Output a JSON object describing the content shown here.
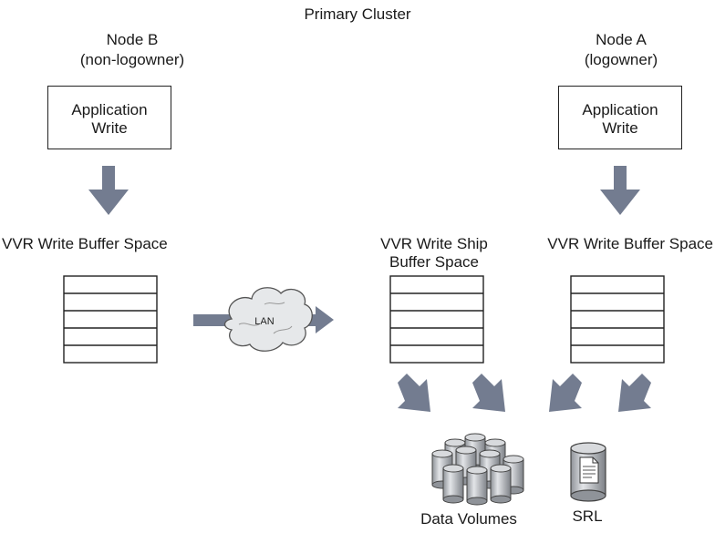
{
  "diagram": {
    "title": "Primary Cluster",
    "node_b": {
      "name": "Node B",
      "role": "(non-logowner)",
      "app_line1": "Application",
      "app_line2": "Write",
      "buffer_label": "VVR Write Buffer Space"
    },
    "node_a": {
      "name": "Node A",
      "role": "(logowner)",
      "app_line1": "Application",
      "app_line2": "Write",
      "buffer_label": "VVR Write Buffer Space"
    },
    "ship_buffer": {
      "line1": "VVR Write Ship",
      "line2": "Buffer Space"
    },
    "network": {
      "label": "LAN"
    },
    "storage": {
      "data_volumes": "Data Volumes",
      "srl": "SRL"
    },
    "colors": {
      "arrow": "#737c90",
      "cylinder_fill": "#c8cacd",
      "cloud_fill": "#e6e8ea",
      "line": "#222222"
    },
    "icons": [
      "down-arrow-icon",
      "right-arrow-icon",
      "diagonal-arrow-icon",
      "cloud-icon",
      "database-cylinder-icon",
      "document-icon"
    ]
  }
}
